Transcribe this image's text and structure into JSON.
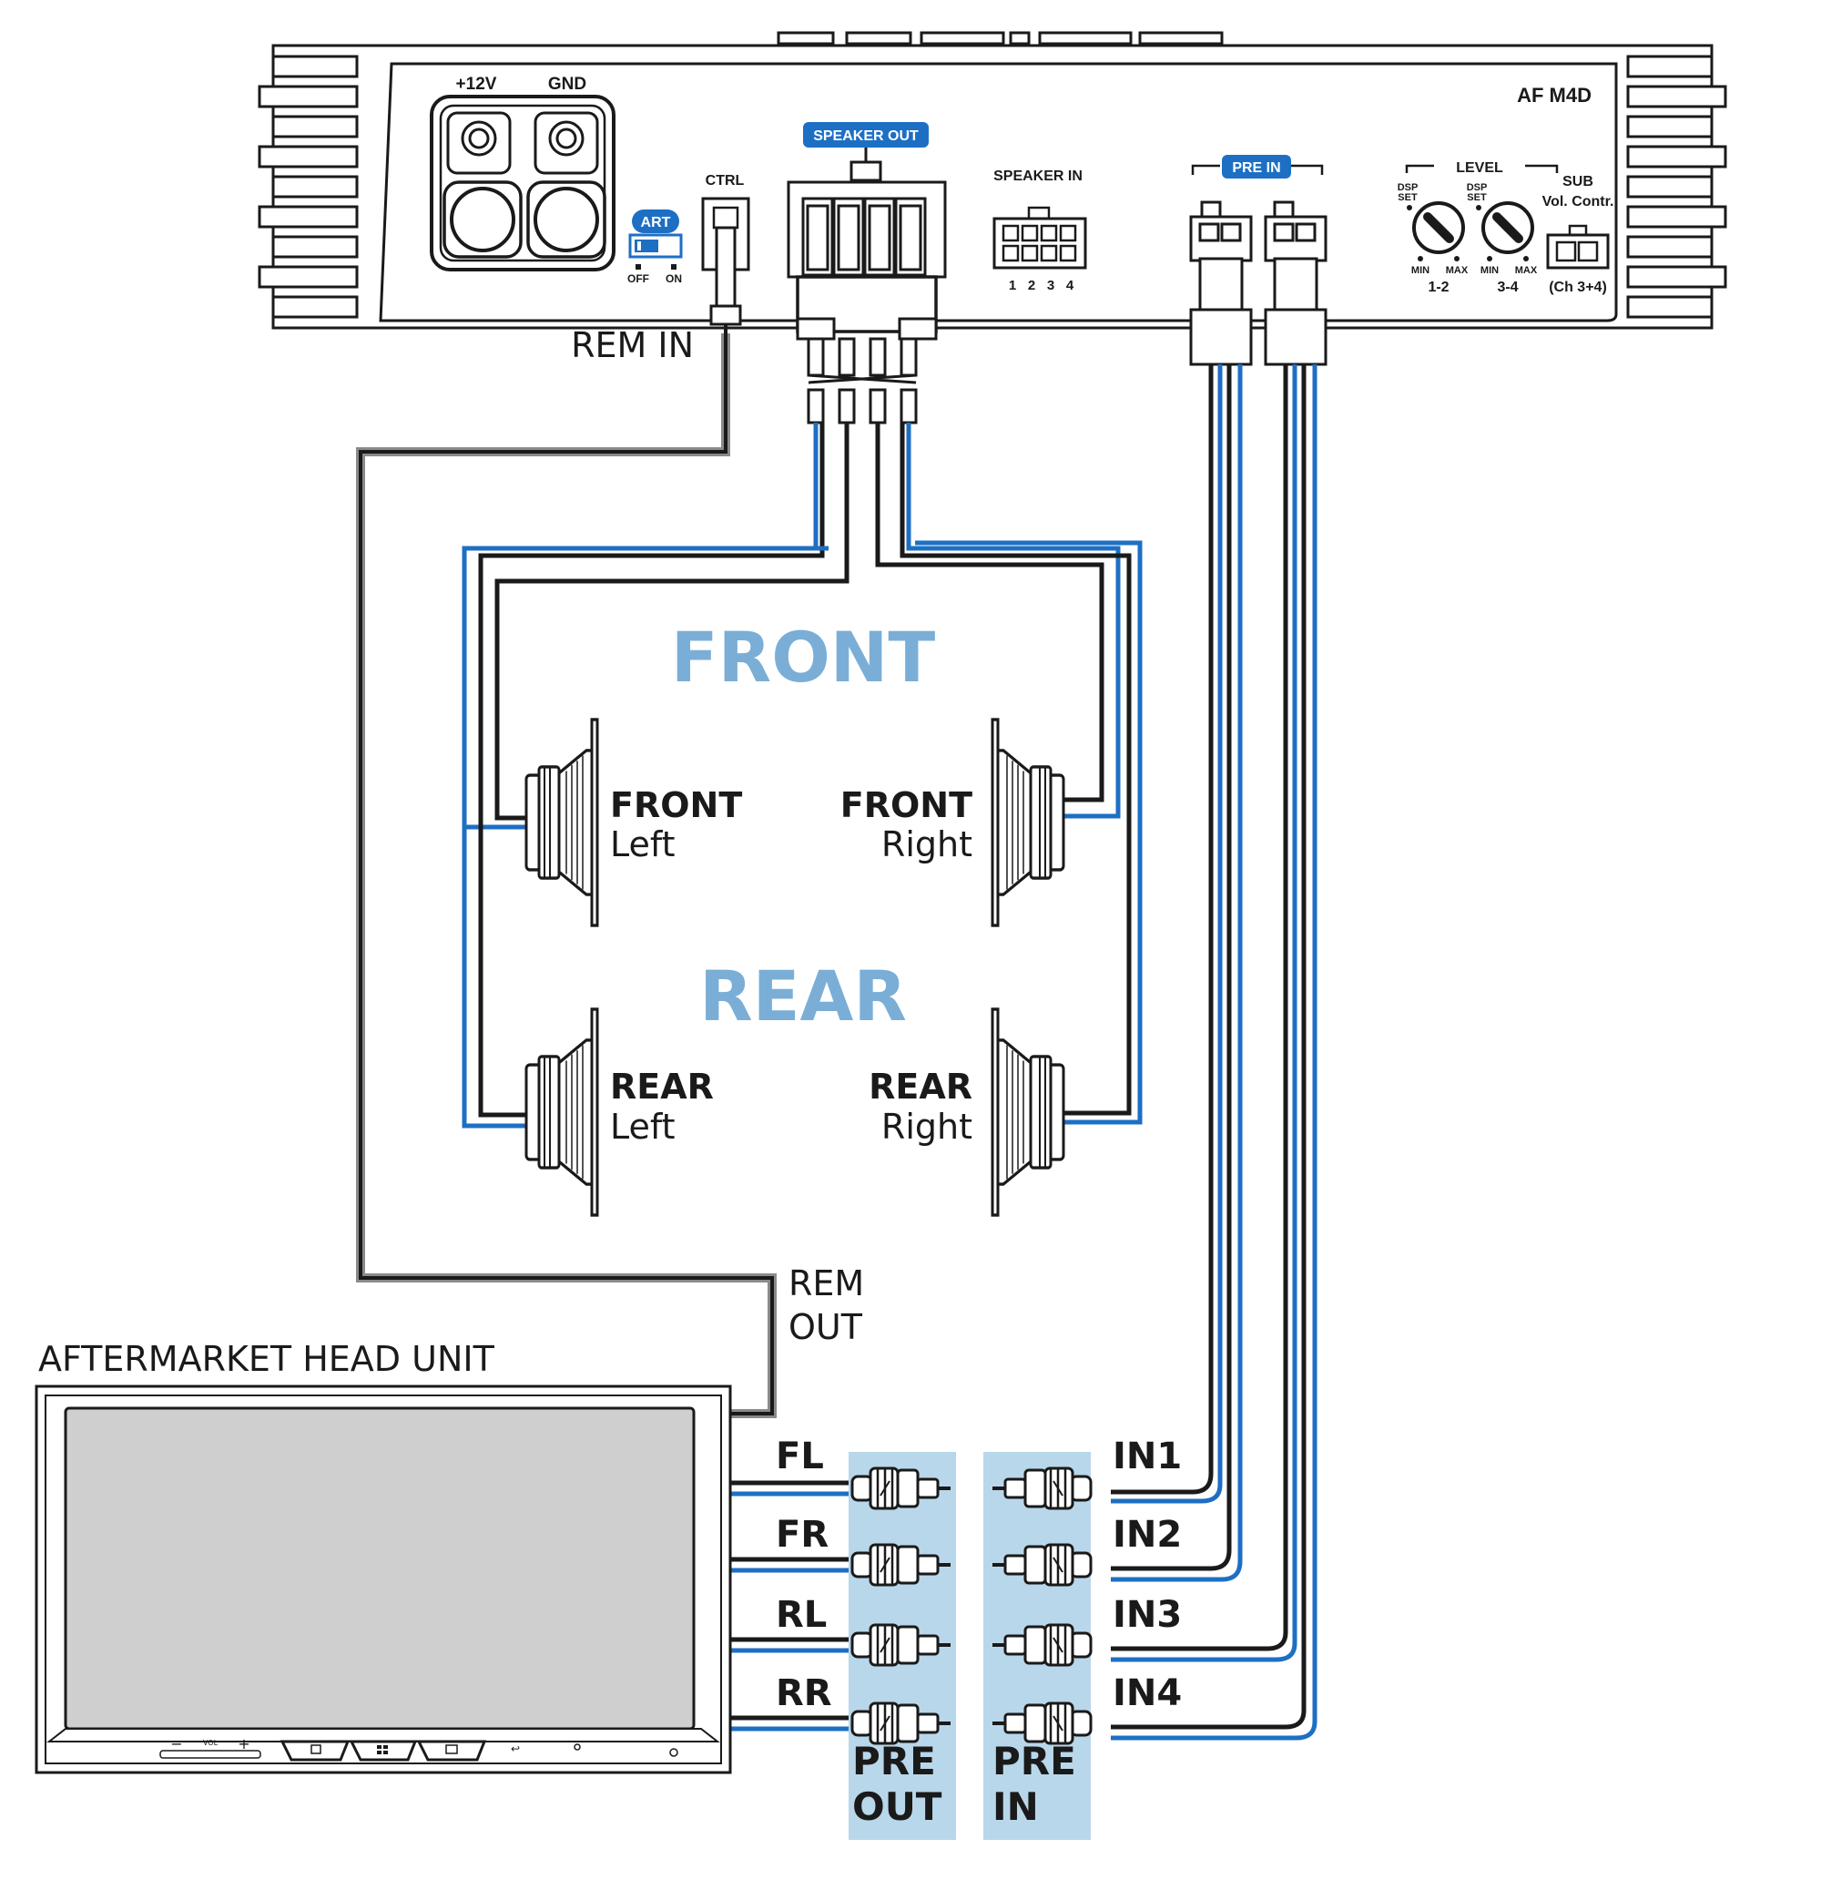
{
  "amplifier": {
    "model": "AF M4D",
    "power_plus": "+12V",
    "power_gnd": "GND",
    "art_badge": "ART",
    "art_off": "OFF",
    "art_on": "ON",
    "ctrl": "CTRL",
    "speaker_out_badge": "SPEAKER OUT",
    "speaker_in": "SPEAKER IN",
    "speaker_in_pins": [
      "1",
      "2",
      "3",
      "4"
    ],
    "pre_in_badge": "PRE IN",
    "level_title": "LEVEL",
    "knob1": {
      "dsp": "DSP",
      "set": "SET",
      "min": "MIN",
      "max": "MAX",
      "ch": "1-2"
    },
    "knob2": {
      "dsp": "DSP",
      "set": "SET",
      "min": "MIN",
      "max": "MAX",
      "ch": "3-4"
    },
    "sub_title": "SUB",
    "sub_sub": "Vol. Contr.",
    "sub_ch": "(Ch 3+4)"
  },
  "labels": {
    "rem_in": "REM IN",
    "rem_out_1": "REM",
    "rem_out_2": "OUT",
    "head_unit": "AFTERMARKET HEAD UNIT",
    "front_heading": "FRONT",
    "rear_heading": "REAR"
  },
  "speakers": {
    "front_left": {
      "line1": "FRONT",
      "line2": "Left"
    },
    "front_right": {
      "line1": "FRONT",
      "line2": "Right"
    },
    "rear_left": {
      "line1": "REAR",
      "line2": "Left"
    },
    "rear_right": {
      "line1": "REAR",
      "line2": "Right"
    }
  },
  "pre_out": {
    "channels": [
      "FL",
      "FR",
      "RL",
      "RR"
    ],
    "line1": "PRE",
    "line2": "OUT"
  },
  "pre_in": {
    "channels": [
      "IN1",
      "IN2",
      "IN3",
      "IN4"
    ],
    "line1": "PRE",
    "line2": "IN"
  },
  "head_unit_buttons": {
    "vol": "VOL",
    "minus": "−",
    "plus": "+"
  },
  "colors": {
    "wire_blue": "#1d6fc4",
    "wire_black": "#1a1a1a",
    "wire_gray": "#8a8a8a",
    "heading_blue": "#7aaed6",
    "badge_blue": "#1d6fc4",
    "rca_panel": "#b9d7ea",
    "screen_gray": "#cfcfcf"
  },
  "icons": [
    "speaker-icon",
    "rca-plug-icon",
    "knob-icon",
    "screw-terminal-icon"
  ]
}
